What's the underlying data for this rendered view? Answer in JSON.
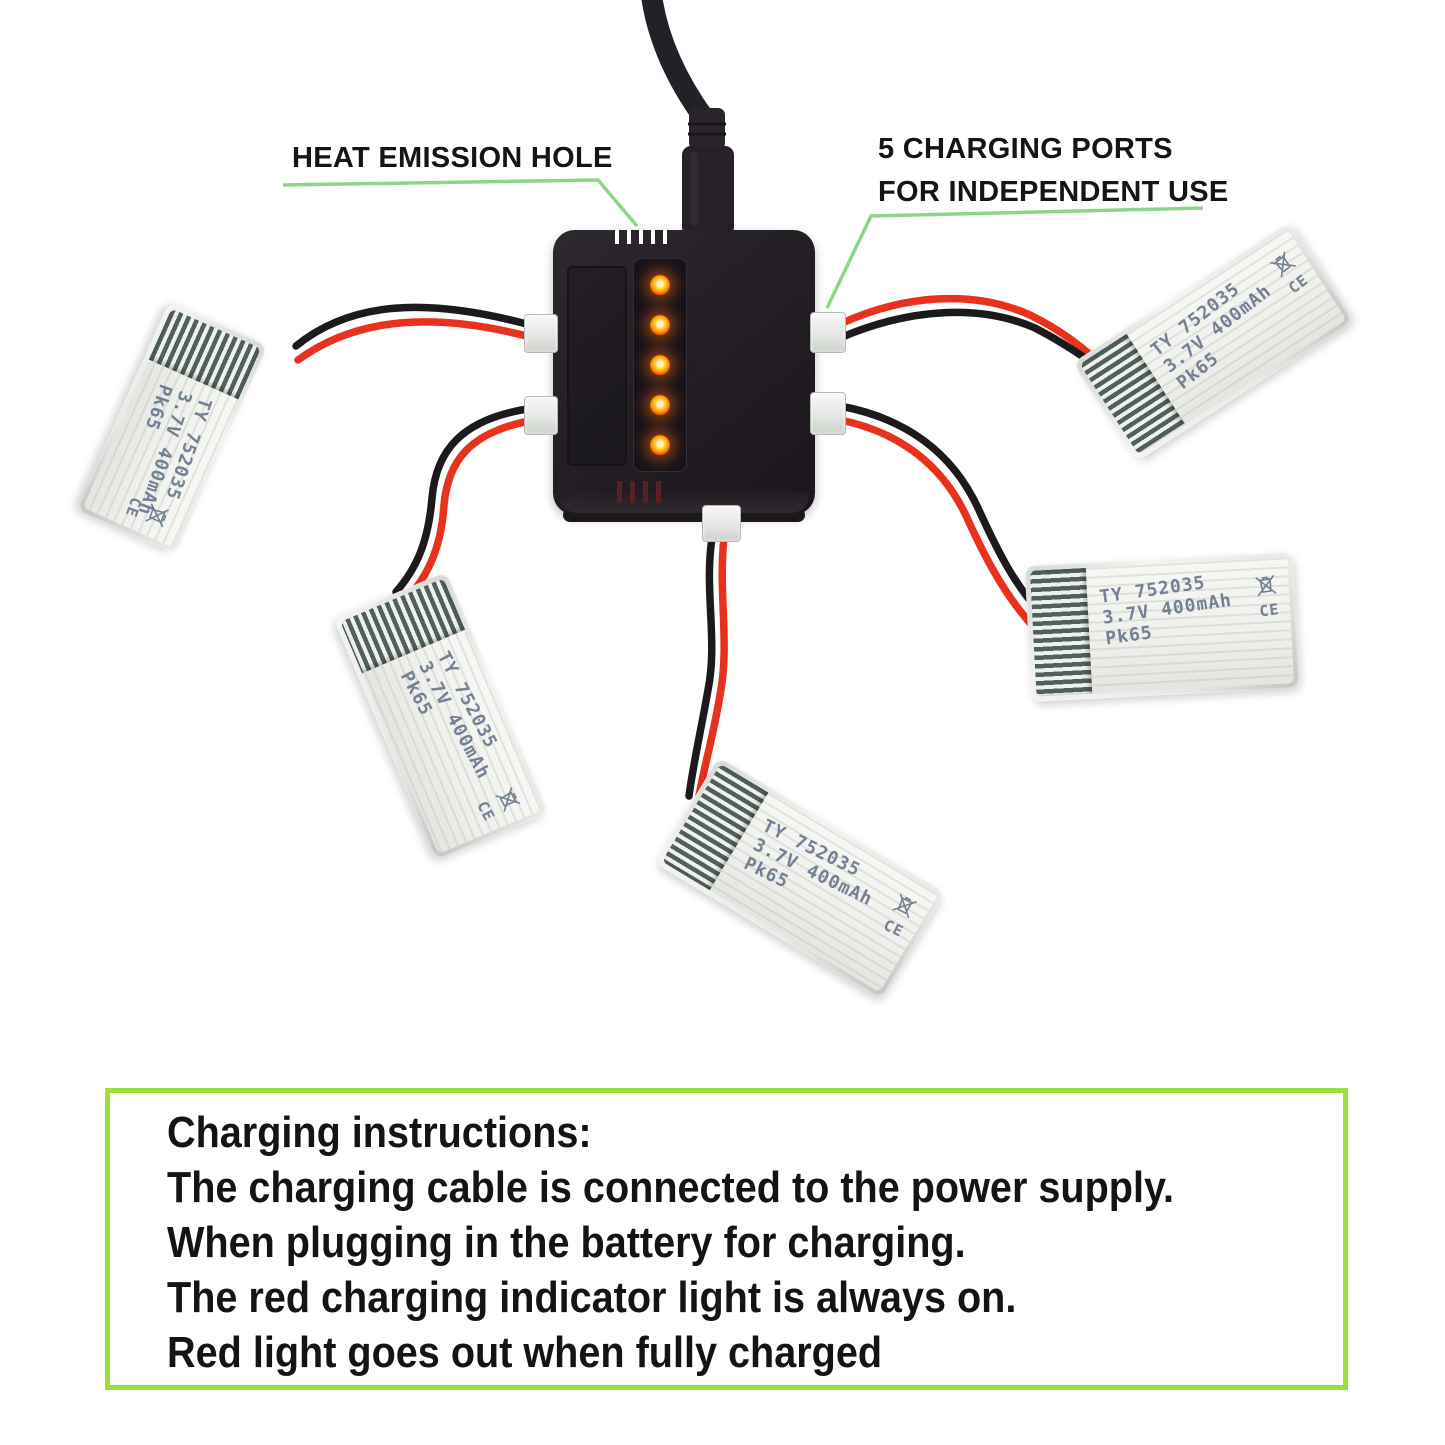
{
  "annotations": {
    "heat_emission_label": "HEAT EMISSION HOLE",
    "ports_label_line1": "5 CHARGING PORTS",
    "ports_label_line2": "FOR INDEPENDENT USE"
  },
  "charger": {
    "led_count": 5,
    "port_count": 5,
    "leds_state": "on"
  },
  "battery": {
    "count": 5,
    "line1": "TY 752035",
    "line2": "3.7V 400mAh",
    "line3": "Pk65",
    "ce_mark": "CE"
  },
  "instructions": {
    "lines": [
      "Charging instructions:",
      "The charging cable is connected to the power supply.",
      "When plugging in the battery for charging.",
      "The red charging indicator light is always on.",
      "Red light goes out when fully charged"
    ]
  },
  "colors": {
    "callout_line": "#8ed48b",
    "instruction_border": "#9ddd3c",
    "led_on": "#ff9500",
    "wire_red": "#e8321e",
    "wire_black": "#1d1a1e",
    "charger_body": "#231f25"
  }
}
